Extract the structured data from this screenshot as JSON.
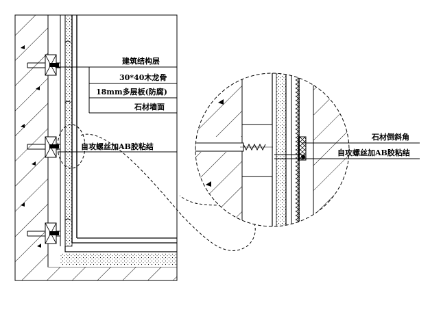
{
  "labels": {
    "structure": "建筑结构层",
    "keel": "30*40木龙骨",
    "board": "18mm多层板(防腐)",
    "stone": "石材墙面",
    "screw_left": "自攻螺丝加AB胶粘结",
    "chamfer": "石材倒斜角",
    "screw_right": "自攻螺丝加AB胶粘结"
  },
  "colors": {
    "line": "#000000",
    "background": "#ffffff"
  }
}
